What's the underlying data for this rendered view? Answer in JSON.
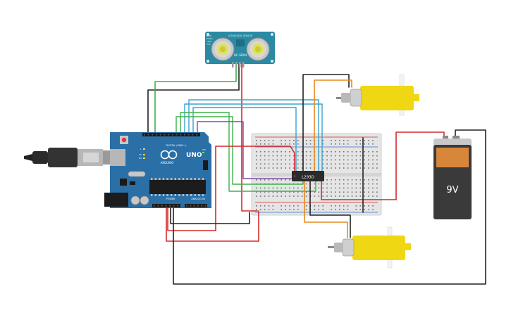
{
  "sensor": {
    "model": "ULTRASONIC SENSOR",
    "pin_labels": [
      "GND",
      "ECHO",
      "TRIG",
      "VCC"
    ],
    "name": "HC-SR04"
  },
  "arduino": {
    "brand": "ARDUINO",
    "model": "UNO",
    "header_digital": "DIGITAL (PWM~)",
    "header_power": "POWER",
    "header_analog": "ANALOG IN",
    "on_led": "ON",
    "tx_led": "TX",
    "rx_led": "RX",
    "l_led": "L"
  },
  "driver": {
    "label": "L293D"
  },
  "battery": {
    "label": "9V"
  },
  "colors": {
    "board_blue": "#2a6fa6",
    "sensor_teal": "#2a8aa3",
    "motor_yellow": "#f0d714",
    "wire_red": "#d42a2a",
    "wire_black": "#222222",
    "wire_green": "#3bb24a",
    "wire_blue": "#3aa2d0",
    "wire_orange": "#e7891d",
    "wire_purple": "#7c4fa0",
    "battery_orange": "#d8873a"
  }
}
